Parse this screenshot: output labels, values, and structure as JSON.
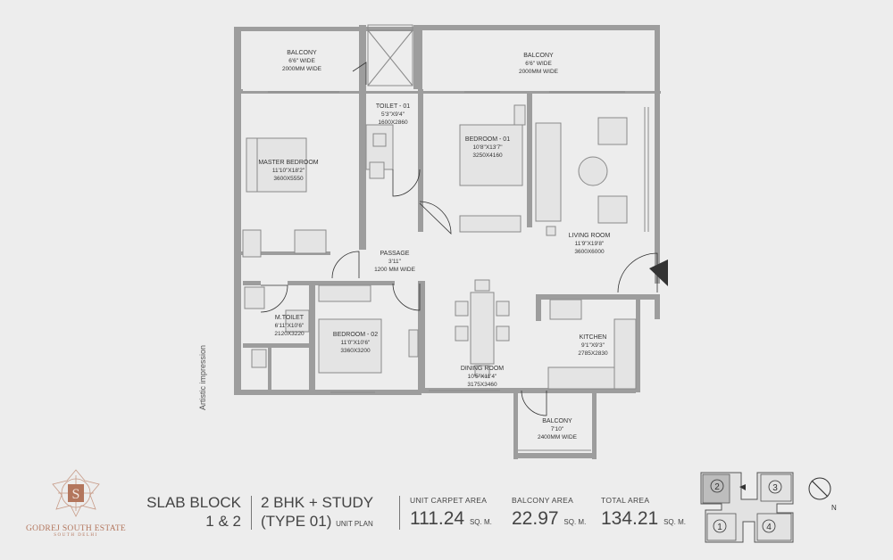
{
  "rooms": {
    "balcony_left": {
      "name": "BALCONY",
      "dims": [
        "6'6\" WIDE",
        "2000MM WIDE"
      ]
    },
    "balcony_top": {
      "name": "BALCONY",
      "dims": [
        "6'6\" WIDE",
        "2000MM WIDE"
      ]
    },
    "toilet_01": {
      "name": "TOILET - 01",
      "dims": [
        "5'3\"X9'4\"",
        "1600X2860"
      ]
    },
    "master_bedroom": {
      "name": "MASTER BEDROOM",
      "dims": [
        "11'10\"X18'2\"",
        "3600X5550"
      ]
    },
    "bedroom_01": {
      "name": "BEDROOM - 01",
      "dims": [
        "10'8\"X13'7\"",
        "3250X4160"
      ]
    },
    "living_room": {
      "name": "LIVING ROOM",
      "dims": [
        "11'9\"X19'8\"",
        "3600X6000"
      ]
    },
    "passage": {
      "name": "PASSAGE",
      "dims": [
        "3'11\"",
        "1200 MM WIDE"
      ]
    },
    "m_toilet": {
      "name": "M.TOILET",
      "dims": [
        "6'11\"X10'6\"",
        "2120X3220"
      ]
    },
    "bedroom_02": {
      "name": "BEDROOM - 02",
      "dims": [
        "11'0\"X10'6\"",
        "3360X3200"
      ]
    },
    "dining_room": {
      "name": "DINING ROOM",
      "dims": [
        "10'5\"X11'4\"",
        "3175X3460"
      ]
    },
    "kitchen": {
      "name": "KITCHEN",
      "dims": [
        "9'1\"X9'3\"",
        "2785X2830"
      ]
    },
    "balcony_bottom": {
      "name": "BALCONY",
      "dims": [
        "7'10\"",
        "2400MM WIDE"
      ]
    }
  },
  "side_note": "Artistic impression",
  "brand": {
    "logo_letter": "S",
    "name": "GODREJ SOUTH ESTATE",
    "location": "SOUTH DELHI"
  },
  "block": {
    "line1": "SLAB BLOCK",
    "line2": "1 & 2"
  },
  "unit": {
    "line1": "2 BHK + STUDY",
    "line2": "(TYPE 01)",
    "plan_label": "UNIT PLAN"
  },
  "areas": [
    {
      "label": "UNIT CARPET AREA",
      "value": "111.24",
      "unit": "SQ. M."
    },
    {
      "label": "BALCONY AREA",
      "value": "22.97",
      "unit": "SQ. M."
    },
    {
      "label": "TOTAL AREA",
      "value": "134.21",
      "unit": "SQ. M."
    }
  ],
  "key_plan": {
    "units": [
      "1",
      "2",
      "3",
      "4"
    ],
    "highlighted": "2",
    "compass": "N"
  },
  "colors": {
    "wall": "#9d9d9d",
    "accent": "#b3765d",
    "background": "#ededed"
  }
}
